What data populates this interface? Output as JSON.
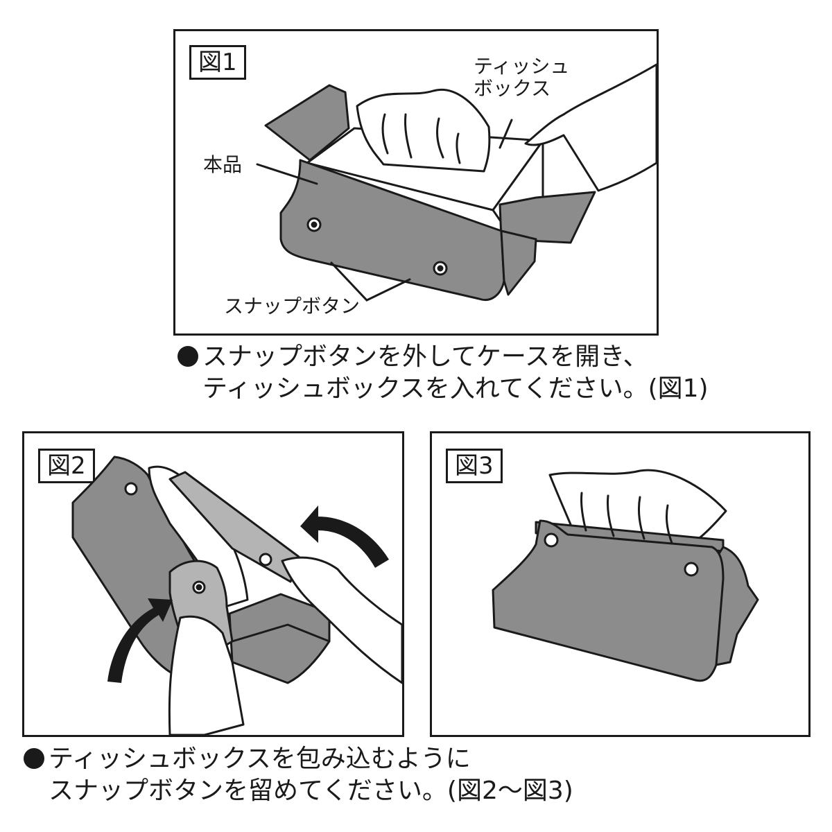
{
  "fig1": {
    "label": "図1",
    "callout_tissue_box": [
      "ティッシュ",
      "ボックス"
    ],
    "callout_product": "本品",
    "callout_snap": "スナップボタン"
  },
  "caption1": {
    "line1": "スナップボタンを外してケースを開き、",
    "line2": "ティッシュボックスを入れてください。(図1)"
  },
  "fig2": {
    "label": "図2"
  },
  "fig3": {
    "label": "図3"
  },
  "caption2": {
    "line1": "ティッシュボックスを包み込むように",
    "line2": "スナップボタンを留めてください。(図2〜図3)"
  },
  "colors": {
    "case_gray": "#8c8c8c",
    "inner_gray": "#b4b4b4",
    "line": "#1a1a1a",
    "paper": "#ffffff"
  }
}
